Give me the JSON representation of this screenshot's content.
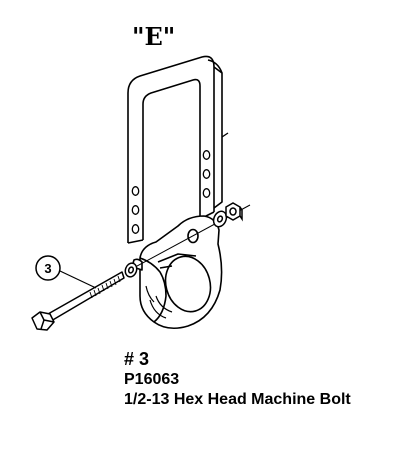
{
  "view_label": "\"E\"",
  "callout": {
    "number": "3"
  },
  "legend": {
    "item": "# 3",
    "part_number": "P16063",
    "description": "1/2-13 Hex Head Machine Bolt"
  }
}
